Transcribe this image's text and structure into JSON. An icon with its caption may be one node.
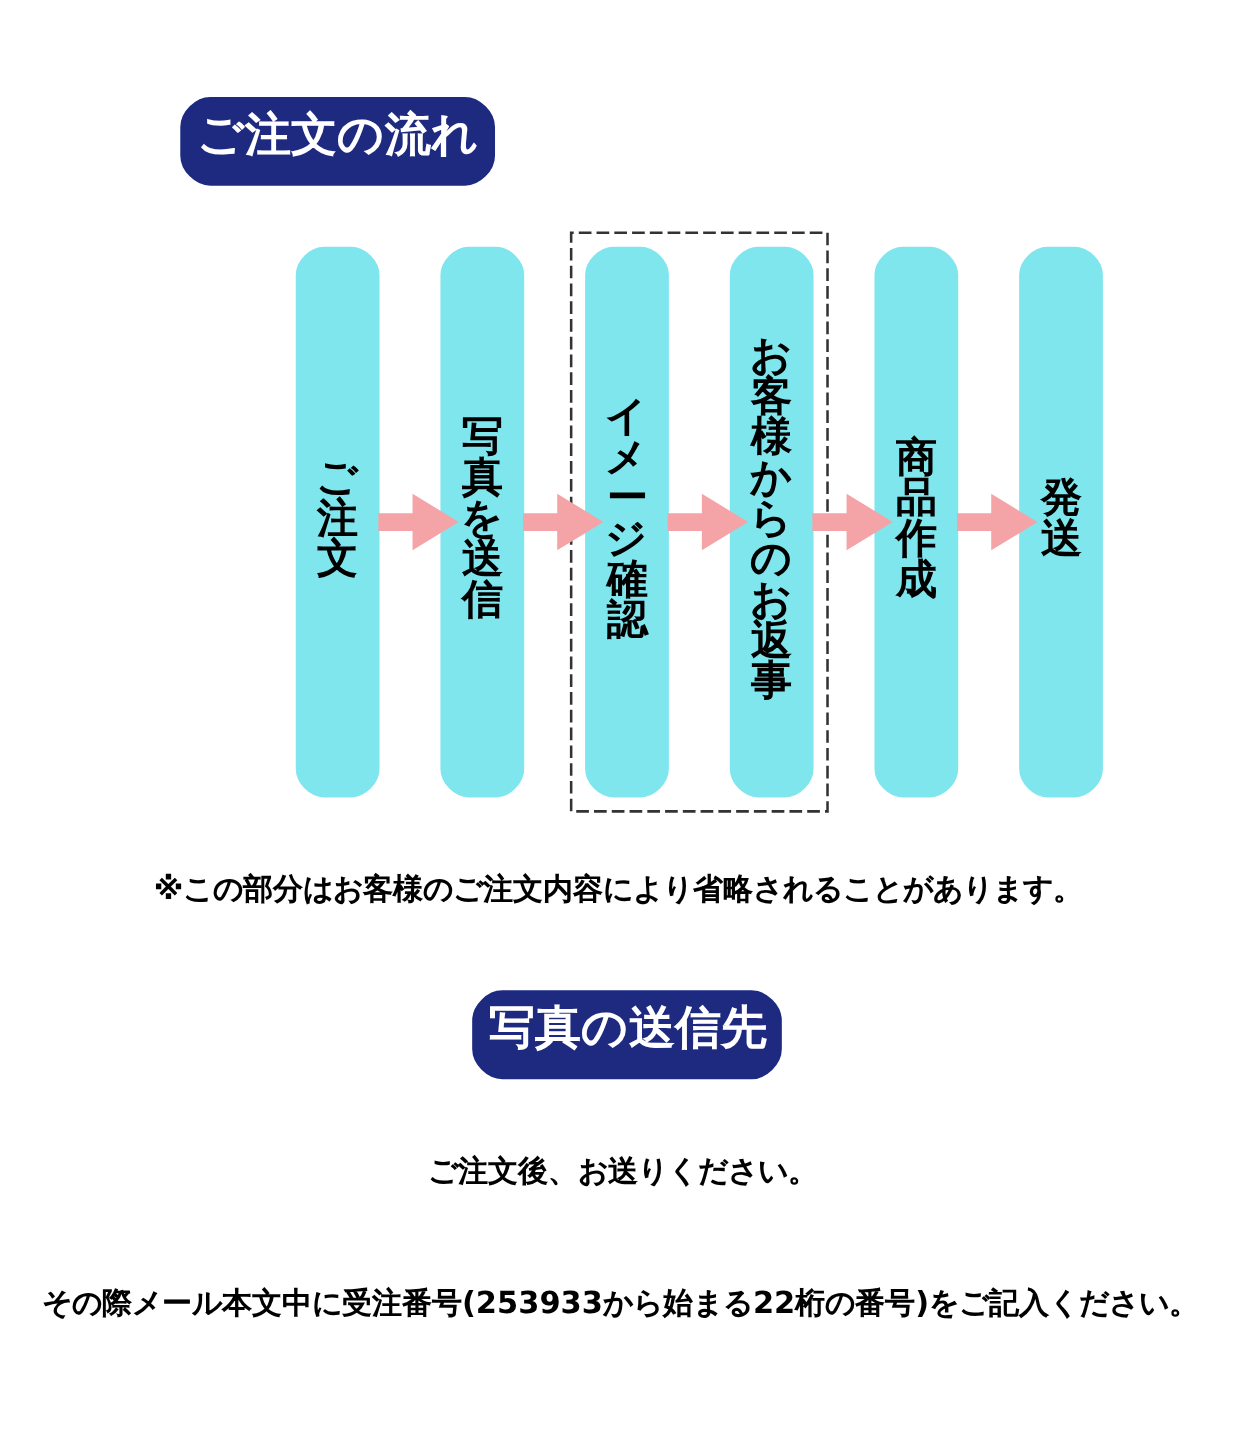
{
  "diagram": {
    "nodes": [
      {
        "text": [
          "ご注文"
        ]
      },
      {
        "text": [
          "写真を送信"
        ]
      },
      {
        "text": [],
        "shape": "box",
        "beside": [
          "※この部分はお客様のご注文内容により省略されることがあります。"
        ]
      },
      {
        "text": [
          "イメージ確認"
        ],
        "in": 2
      },
      {
        "text": [
          "お客様からのお返事"
        ],
        "in": 2
      },
      {
        "text": [
          "商品作成"
        ]
      },
      {
        "text": [
          "発送"
        ]
      }
    ],
    "edges": [
      {
        "from": 0,
        "to": 1,
        "arrow": "to"
      },
      {
        "from": 1,
        "to": 3,
        "arrow": "to"
      },
      {
        "from": 3,
        "to": 4,
        "arrow": "to"
      },
      {
        "from": 4,
        "to": 5,
        "arrow": "to"
      },
      {
        "from": 5,
        "to": 6,
        "arrow": "to"
      }
    ],
    "labels": [
      "ご注文の流れ",
      "写真の送信先",
      "ご注文後、お送りください。",
      "その際メール本文中に受注番号(253933から始まる22桁の番号)をご記入ください。"
    ]
  }
}
